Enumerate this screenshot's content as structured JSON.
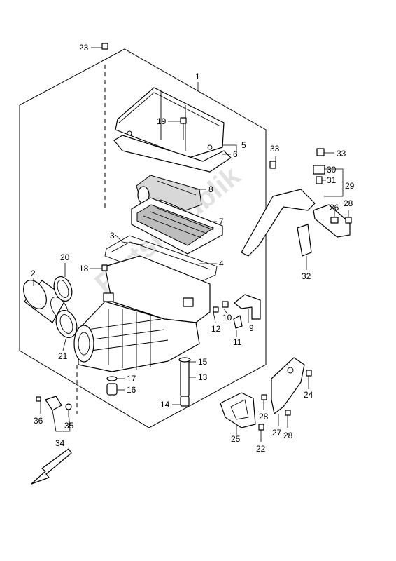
{
  "watermark": "Partsrepublik",
  "labels": {
    "p1": "1",
    "p2": "2",
    "p3": "3",
    "p4": "4",
    "p5": "5",
    "p6": "6",
    "p7": "7",
    "p8": "8",
    "p9": "9",
    "p10": "10",
    "p11": "11",
    "p12": "12",
    "p13": "13",
    "p14": "14",
    "p15": "15",
    "p16": "16",
    "p17": "17",
    "p18": "18",
    "p19": "19",
    "p20": "20",
    "p21": "21",
    "p22": "22",
    "p23": "23",
    "p24": "24",
    "p25": "25",
    "p26": "26",
    "p27": "27",
    "p28a": "28",
    "p28b": "28",
    "p28c": "28",
    "p29": "29",
    "p30": "30",
    "p31": "31",
    "p32": "32",
    "p33a": "33",
    "p33b": "33",
    "p34": "34",
    "p35": "35",
    "p36": "36"
  },
  "icons": {
    "front": "arrow-front-icon"
  }
}
